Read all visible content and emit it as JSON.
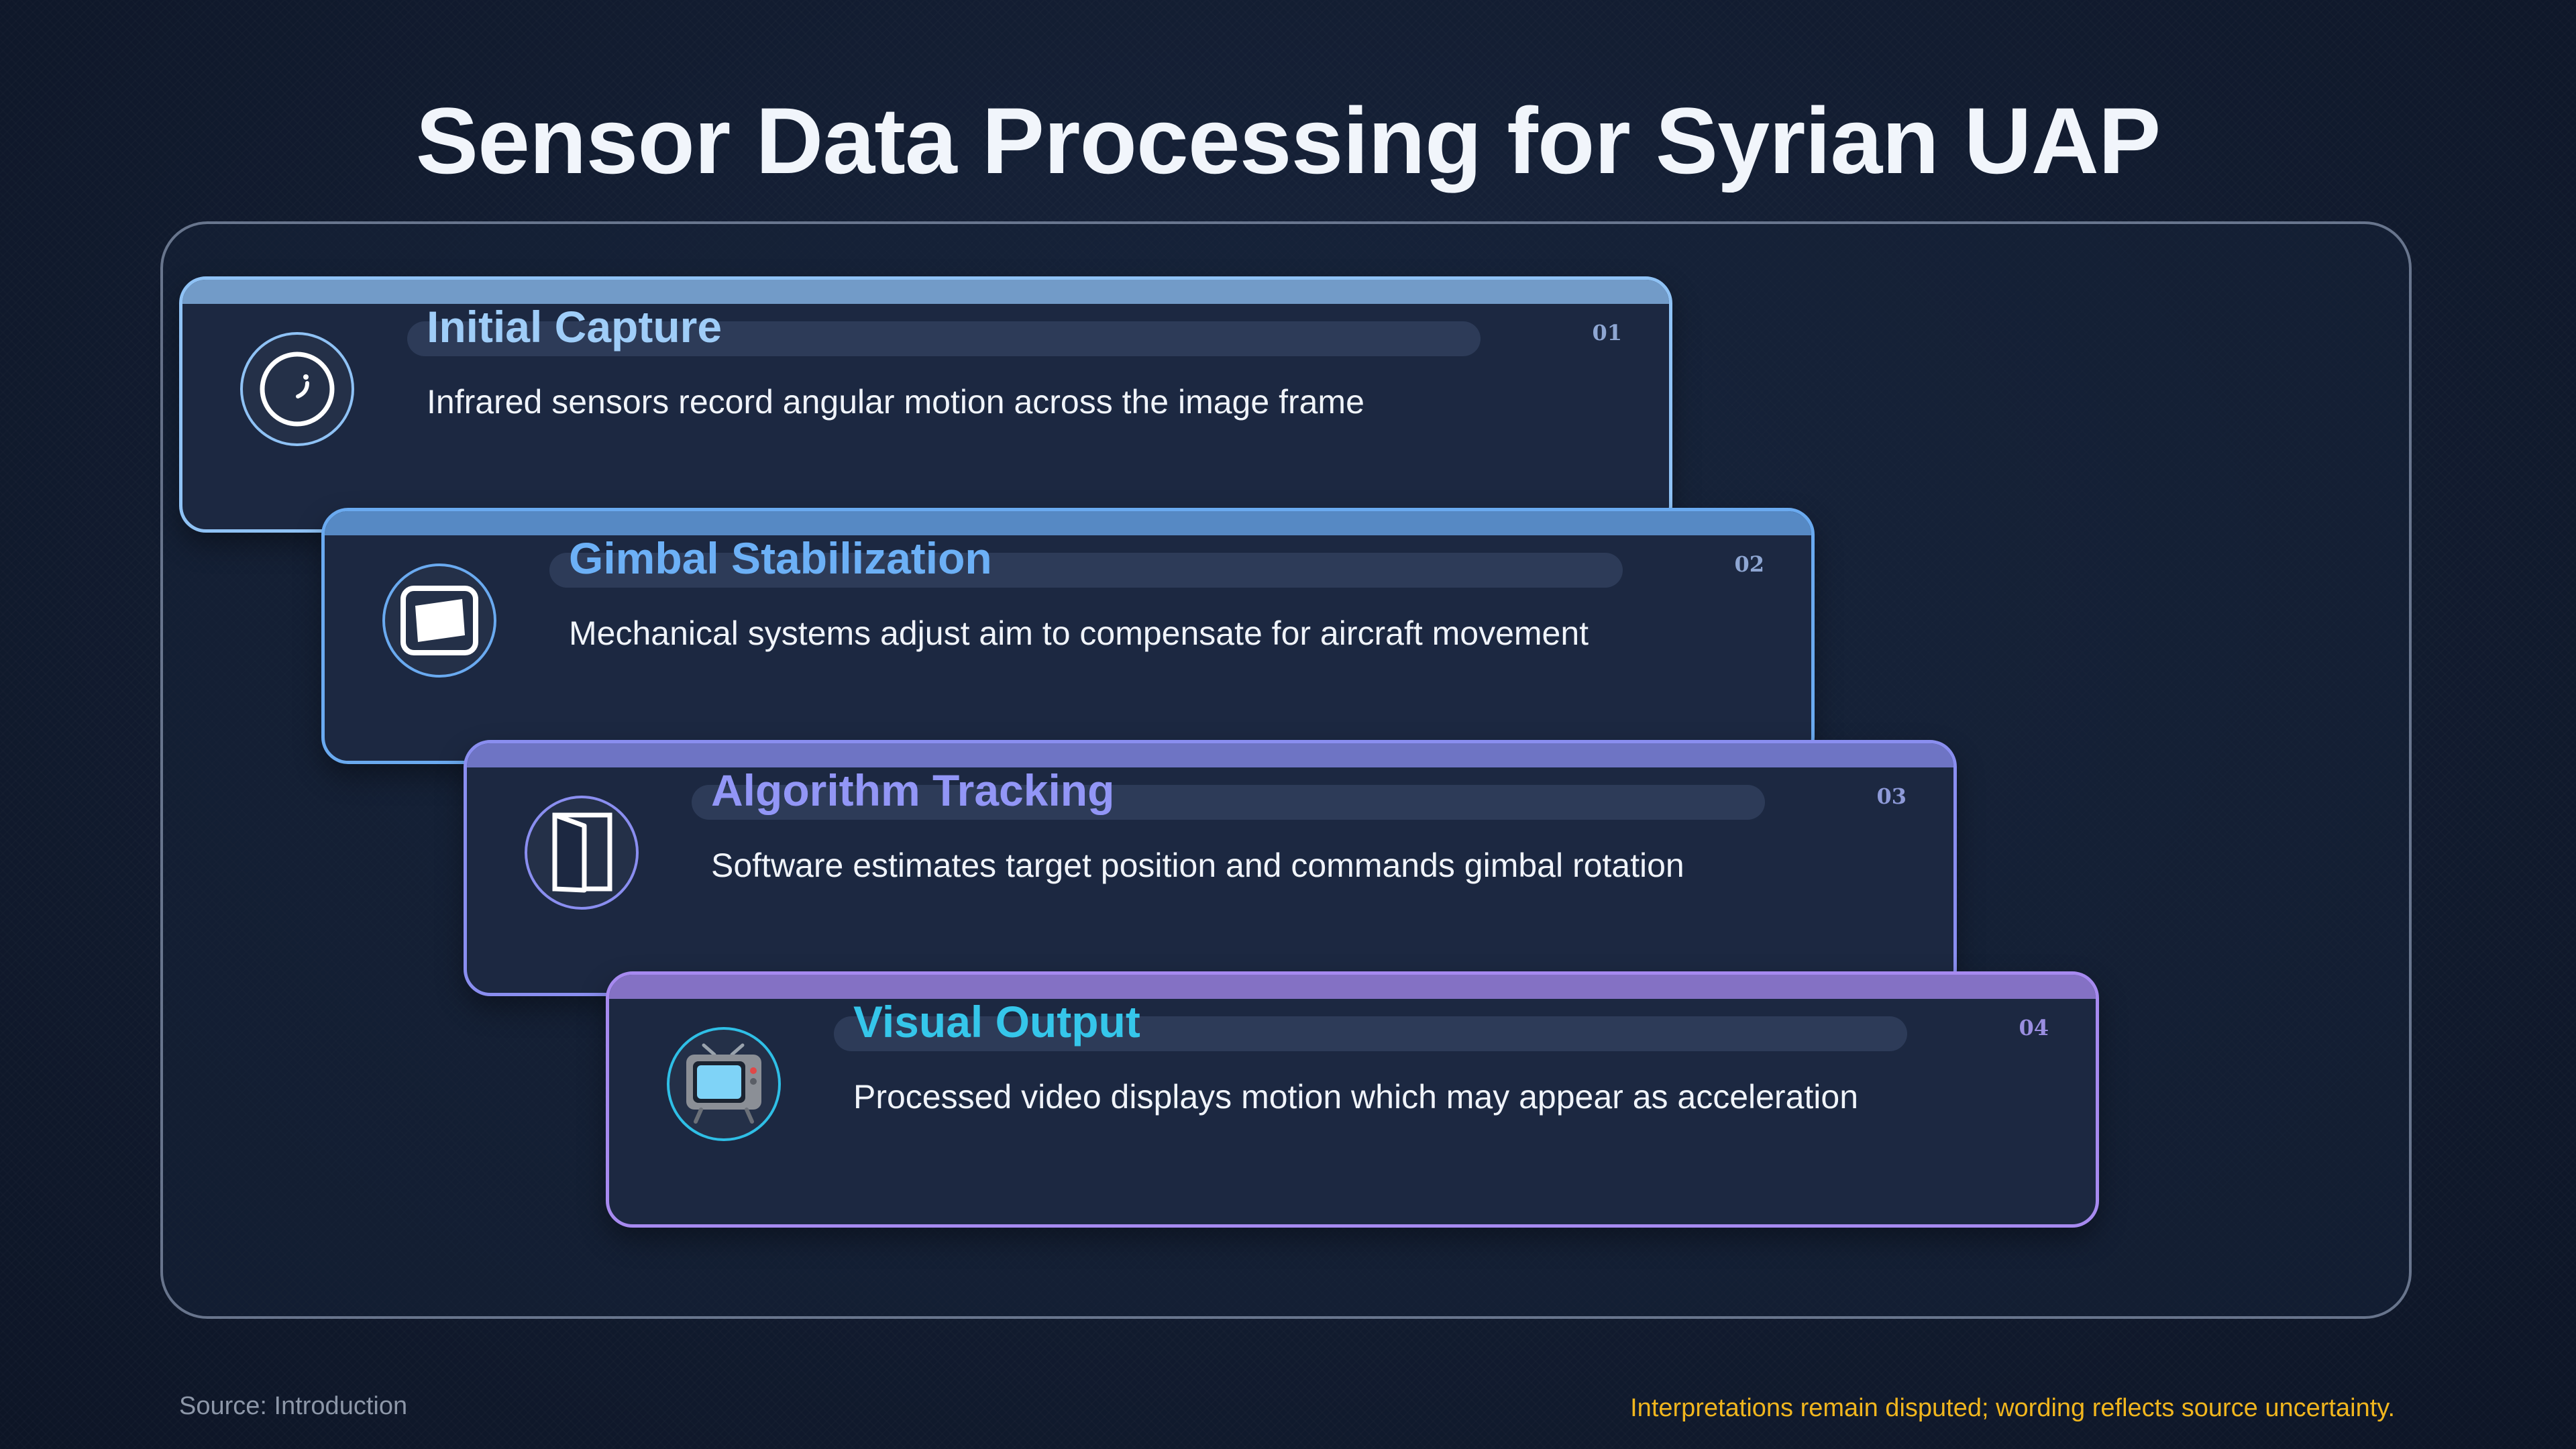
{
  "title": "Sensor Data Processing for Syrian UAP",
  "steps": [
    {
      "title": "Initial Capture",
      "description": "Infrared sensors record angular motion across the image frame",
      "number": "01",
      "icon": "infrared-lens-icon",
      "accent": "#8fc2f5",
      "title_color": "#9fcdf8"
    },
    {
      "title": "Gimbal Stabilization",
      "description": "Mechanical systems adjust aim to compensate for aircraft movement",
      "number": "02",
      "icon": "frame-icon",
      "accent": "#6aaaf0",
      "title_color": "#6cb0f6"
    },
    {
      "title": "Algorithm Tracking",
      "description": "Software estimates target position and commands gimbal rotation",
      "number": "03",
      "icon": "door-icon",
      "accent": "#8a8ef0",
      "title_color": "#9296f6"
    },
    {
      "title": "Visual Output",
      "description": "Processed video displays motion which may appear as acceleration",
      "number": "04",
      "icon": "television-icon",
      "accent": "#a78af0",
      "title_color": "#35c6ea"
    }
  ],
  "footer": {
    "source": "Source: Introduction",
    "note": "Interpretations remain disputed; wording reflects source uncertainty."
  }
}
